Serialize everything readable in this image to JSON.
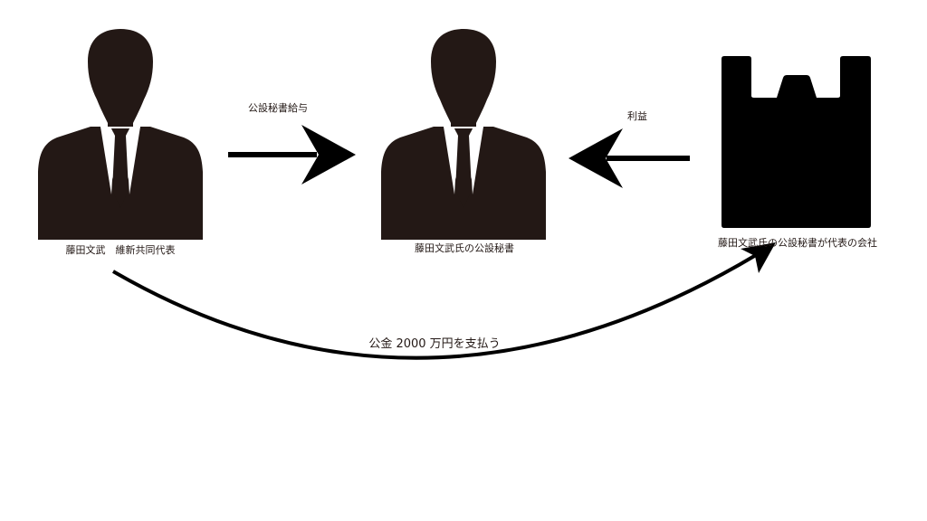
{
  "nodes": {
    "fujita": {
      "label": "藤田文武　維新共同代表",
      "icon": "person-silhouette-icon"
    },
    "secretary": {
      "label": "藤田文武氏の公設秘書",
      "icon": "person-silhouette-icon"
    },
    "company": {
      "label": "藤田文武氏の公設秘書が代表の会社",
      "icon": "building-icon"
    }
  },
  "edges": {
    "salary": {
      "label": "公設秘書給与"
    },
    "profit": {
      "label": "利益"
    },
    "payment": {
      "label": "公金 2000 万円を支払う"
    }
  },
  "colors": {
    "silhouette": "#231815",
    "ink": "#000000"
  }
}
